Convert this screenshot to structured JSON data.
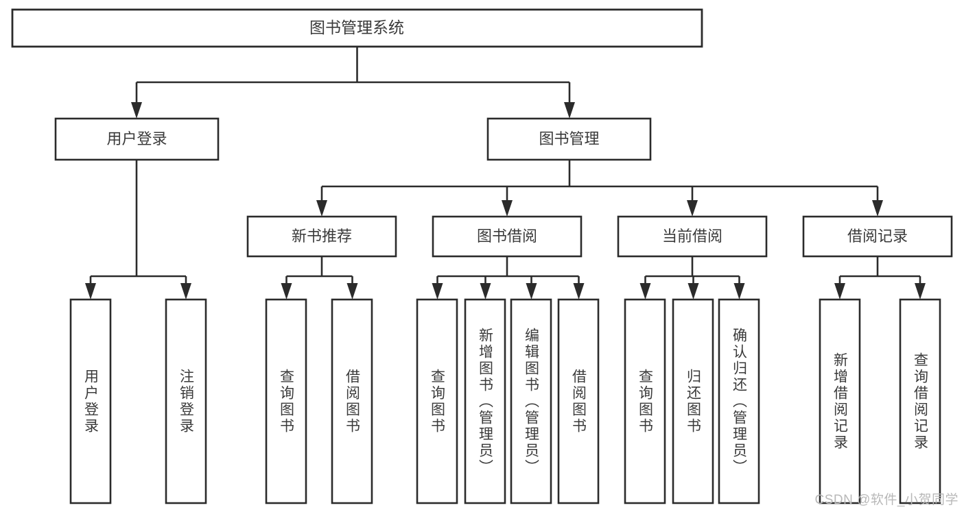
{
  "diagram": {
    "title": "图书管理系统",
    "type": "tree-hierarchy-diagram",
    "colors": {
      "stroke": "#2b2b2b",
      "box_fill": "#ffffff",
      "text": "#3a3a3a",
      "background": "#ffffff",
      "watermark": "#b8b8b8"
    },
    "levels": {
      "root": {
        "label": "图书管理系统"
      },
      "level2": [
        {
          "label": "用户登录"
        },
        {
          "label": "图书管理"
        }
      ],
      "level3": [
        {
          "label": "新书推荐"
        },
        {
          "label": "图书借阅"
        },
        {
          "label": "当前借阅"
        },
        {
          "label": "借阅记录"
        }
      ],
      "leaves": [
        {
          "label": "用户登录",
          "parent": "用户登录"
        },
        {
          "label": "注销登录",
          "parent": "用户登录"
        },
        {
          "label": "查询图书",
          "parent": "新书推荐"
        },
        {
          "label": "借阅图书",
          "parent": "新书推荐"
        },
        {
          "label": "查询图书",
          "parent": "图书借阅"
        },
        {
          "label": "新增图书（管理员）",
          "parent": "图书借阅"
        },
        {
          "label": "编辑图书（管理员）",
          "parent": "图书借阅"
        },
        {
          "label": "借阅图书",
          "parent": "图书借阅"
        },
        {
          "label": "查询图书",
          "parent": "当前借阅"
        },
        {
          "label": "归还图书",
          "parent": "当前借阅"
        },
        {
          "label": "确认归还（管理员）",
          "parent": "当前借阅"
        },
        {
          "label": "新增借阅记录",
          "parent": "借阅记录"
        },
        {
          "label": "查询借阅记录",
          "parent": "借阅记录"
        }
      ]
    }
  },
  "watermark": {
    "text": "CSDN @软件_小贺同学"
  }
}
